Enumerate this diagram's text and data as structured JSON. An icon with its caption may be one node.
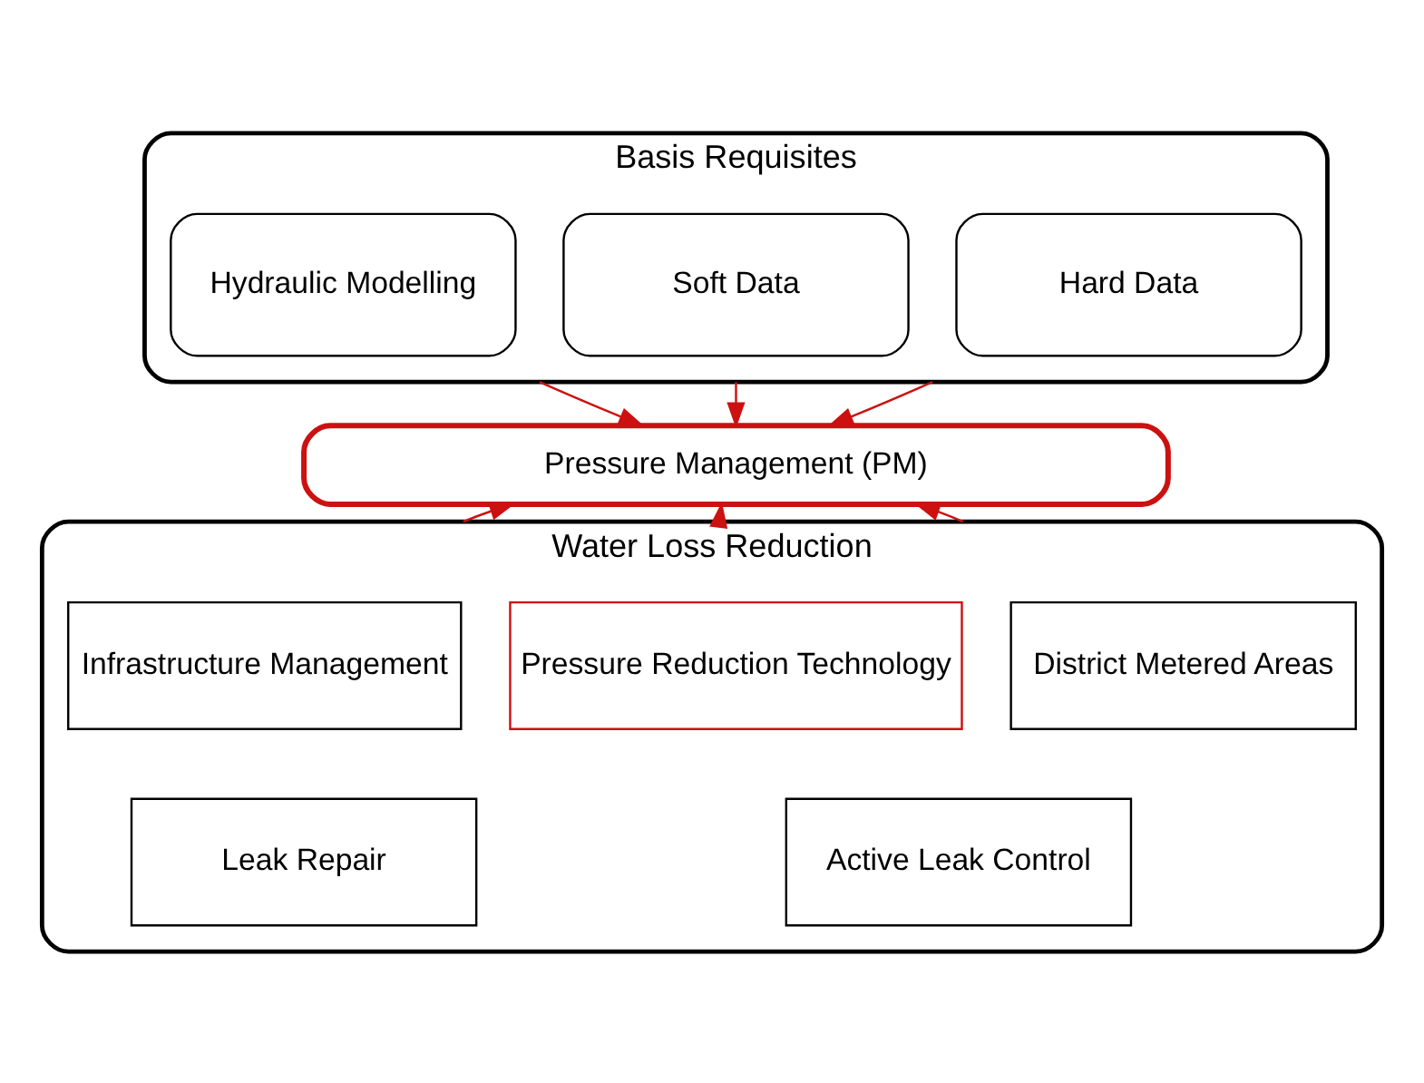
{
  "diagram": {
    "nodes": [
      {
        "text": [
          "Basis Requisites"
        ]
      },
      {
        "text": [
          "Hard Data"
        ],
        "in": 0
      },
      {
        "text": [
          "Soft Data"
        ],
        "in": 0
      },
      {
        "text": [
          "Hydraulic Modelling"
        ],
        "in": 0
      },
      {
        "text": [
          "Pressure Management (PM)"
        ]
      },
      {
        "text": [
          "Water Loss Reduction"
        ]
      },
      {
        "text": [
          "District Metered Areas"
        ],
        "in": 5
      },
      {
        "text": [
          "Pressure Reduction Technology"
        ],
        "in": 5
      },
      {
        "text": [
          "Infrastructure Management"
        ],
        "in": 5
      },
      {
        "text": [
          "Active Leak Control"
        ],
        "in": 5
      },
      {
        "text": [
          "Leak Repair"
        ],
        "in": 5
      }
    ],
    "edges": [
      {
        "from": 0,
        "to": 4,
        "arrow": "to",
        "color": "#cc1111"
      },
      {
        "from": 0,
        "to": 4,
        "arrow": "to",
        "color": "#cc1111"
      },
      {
        "from": 0,
        "to": 4,
        "arrow": "to",
        "color": "#cc1111"
      },
      {
        "from": 5,
        "to": 4,
        "arrow": "to",
        "color": "#cc1111"
      },
      {
        "from": 5,
        "to": 4,
        "arrow": "to",
        "color": "#cc1111"
      },
      {
        "from": 5,
        "to": 4,
        "arrow": "to",
        "color": "#cc1111"
      }
    ]
  }
}
